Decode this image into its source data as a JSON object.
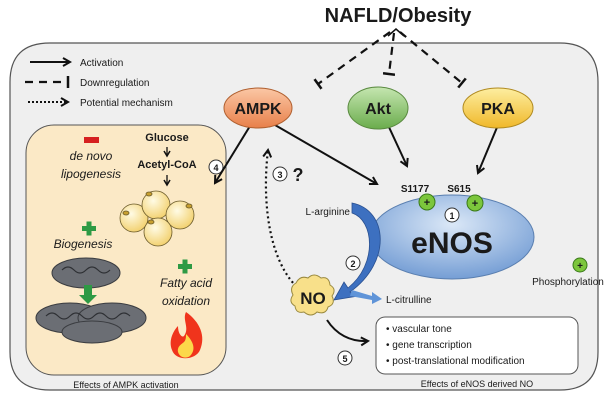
{
  "title": "NAFLD/Obesity",
  "legend": {
    "items": [
      {
        "label": "Activation",
        "style": "solid-arrow"
      },
      {
        "label": "Downregulation",
        "style": "dashed-inhibition"
      },
      {
        "label": "Potential mechanism",
        "style": "dotted-arrow"
      }
    ]
  },
  "nodes": {
    "ampk": {
      "label": "AMPK",
      "color": "#f09a6a"
    },
    "akt": {
      "label": "Akt",
      "color": "#8cc870"
    },
    "pka": {
      "label": "PKA",
      "color": "#f8d050"
    },
    "enos": {
      "label": "eNOS",
      "color": "#8fb3e0"
    },
    "no": {
      "label": "NO",
      "color": "#f8e08a"
    }
  },
  "enos_sites": {
    "s1177": "S1177",
    "s615": "S615"
  },
  "phospho_symbol": "+",
  "phosphorylation_label": "Phosphorylation",
  "substrates": {
    "l_arginine": "L-arginine",
    "l_citrulline": "L-citrulline"
  },
  "steps": {
    "one": "1",
    "two": "2",
    "three": "3",
    "four": "4",
    "five": "5",
    "question": "?"
  },
  "ampk_effects": {
    "caption": "Effects of AMPK activation",
    "lipogenesis_line1": "de novo",
    "lipogenesis_line2": "lipogenesis",
    "lipogenesis_sign": "−",
    "glucose": "Glucose",
    "acetyl_coa": "Acetyl-CoA",
    "biogenesis": "Biogenesis",
    "biogenesis_sign": "+",
    "fatty_acid_line1": "Fatty acid",
    "fatty_acid_line2": "oxidation",
    "fatty_acid_sign": "+"
  },
  "no_effects": {
    "caption": "Effects of eNOS derived NO",
    "items": [
      "vascular tone",
      "gene transcription",
      "post-translational modification"
    ]
  },
  "colors": {
    "panel_bg": "#efefef",
    "ampk_panel_bg": "#fbe9c6",
    "plus_green": "#2e9a44",
    "minus_red": "#d62020",
    "phospho_circle": "#7cc63c"
  }
}
